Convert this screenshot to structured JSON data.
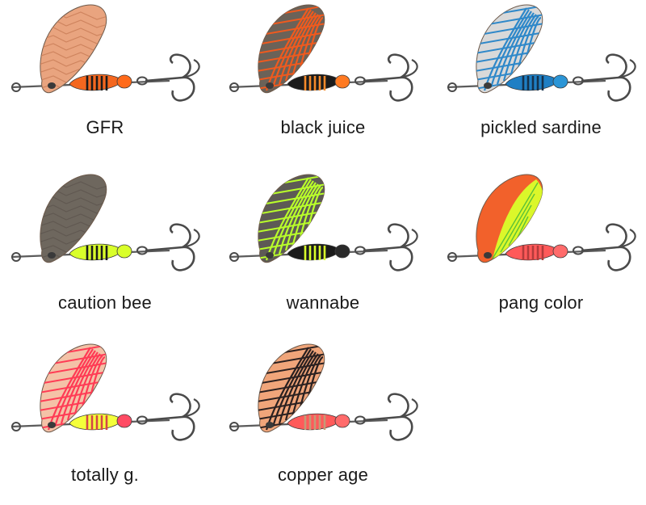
{
  "lures": [
    {
      "label": "GFR",
      "blade": "#e9a47f",
      "pattern": "#c77a55",
      "patternStyle": "crackle",
      "body": "#f4671f",
      "stripe": "#1b1b1b",
      "bead": "#ff6a1a"
    },
    {
      "label": "black juice",
      "blade": "#6b6258",
      "pattern": "#f05a1e",
      "patternStyle": "web",
      "body": "#1b1b1b",
      "stripe": "#f58a2a",
      "bead": "#ff7a22"
    },
    {
      "label": "pickled sardine",
      "blade": "#d9d9d9",
      "pattern": "#2e88c9",
      "patternStyle": "web",
      "body": "#1f7fc4",
      "stripe": "#15314b",
      "bead": "#2b95d6"
    },
    {
      "label": "caution bee",
      "blade": "#6e675e",
      "pattern": "#5c554d",
      "patternStyle": "crackle",
      "body": "#d9ff2a",
      "stripe": "#1b1b1b",
      "bead": "#d9ff2a"
    },
    {
      "label": "wannabe",
      "blade": "#5d5a55",
      "pattern": "#b9ff2a",
      "patternStyle": "web",
      "body": "#1b1b1b",
      "stripe": "#d9ff2a",
      "bead": "#2a2a2a"
    },
    {
      "label": "pang color",
      "blade": "#f2612b",
      "pattern": "#d9ff2a",
      "patternStyle": "fill",
      "body": "#ff5a5a",
      "stripe": "#b23b3b",
      "bead": "#ff6b6b"
    },
    {
      "label": "totally g.",
      "blade": "#f4c2a7",
      "pattern": "#ff3b55",
      "patternStyle": "web",
      "body": "#f4ff3a",
      "stripe": "#d44646",
      "bead": "#ff4b64"
    },
    {
      "label": "copper age",
      "blade": "#f0a57a",
      "pattern": "#2a2020",
      "patternStyle": "web",
      "body": "#ff5a5a",
      "stripe": "#c49a76",
      "bead": "#ff6b6b"
    }
  ]
}
